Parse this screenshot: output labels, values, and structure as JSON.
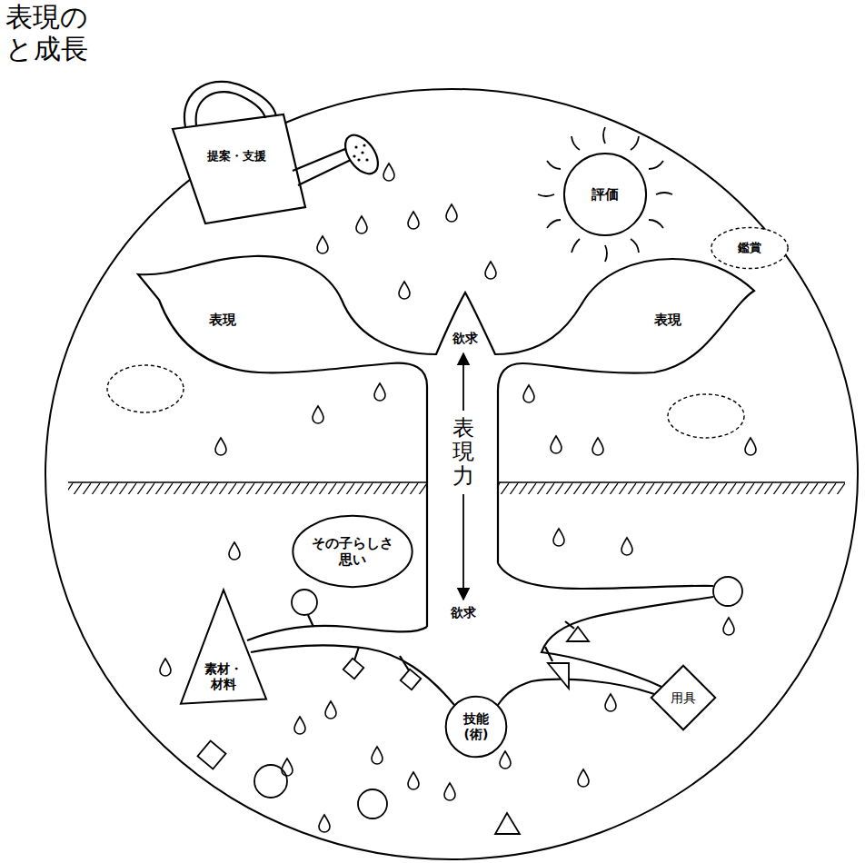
{
  "diagram": {
    "title": "表現の と成長",
    "nodes": [
      {
        "text": [
          "提案・支援"
        ]
      },
      {
        "text": [
          "評価"
        ]
      },
      {
        "text": [
          "鑑賞"
        ]
      },
      {
        "text": [
          "表現"
        ]
      },
      {
        "text": [
          "表現"
        ]
      },
      {
        "text": [
          "その子らしさ 思い"
        ]
      },
      {
        "text": [
          "素材・材料"
        ]
      },
      {
        "text": [
          "用具"
        ]
      },
      {
        "text": [
          "技能 (術)"
        ]
      }
    ],
    "labels": [
      "欲求",
      "表現力",
      "欲求"
    ]
  }
}
